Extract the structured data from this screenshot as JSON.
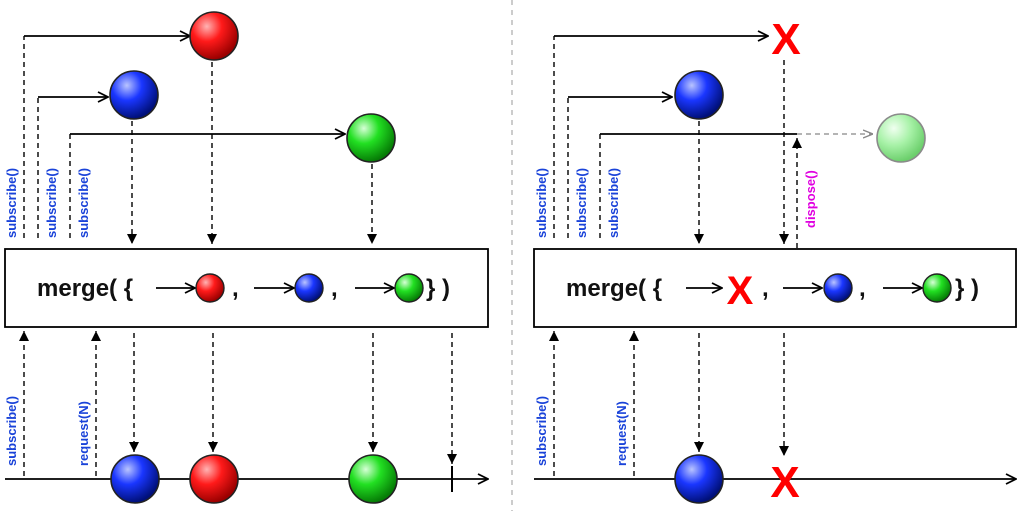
{
  "colors": {
    "red": "#e10000",
    "blue": "#1022d8",
    "green": "#12c412",
    "green_faded": "#8fe88f",
    "label_blue": "#1a43d9",
    "label_magenta": "#e000e0",
    "error_red": "#ff0000"
  },
  "left": {
    "labels": {
      "top_subscribe_1": "subscribe()",
      "top_subscribe_2": "subscribe()",
      "top_subscribe_3": "subscribe()",
      "bottom_subscribe": "subscribe()",
      "bottom_request": "request(N)"
    },
    "merge": {
      "prefix": "merge( {",
      "comma1": ",",
      "comma2": ",",
      "suffix": "} )"
    }
  },
  "right": {
    "labels": {
      "top_subscribe_1": "subscribe()",
      "top_subscribe_2": "subscribe()",
      "top_subscribe_3": "subscribe()",
      "dispose": "dispose()",
      "bottom_subscribe": "subscribe()",
      "bottom_request": "request(N)"
    },
    "merge": {
      "prefix": "merge( {",
      "comma1": ",",
      "comma2": ",",
      "suffix": "} )"
    },
    "error_marks": {
      "top": "X",
      "inline": "X",
      "bottom": "X"
    }
  }
}
